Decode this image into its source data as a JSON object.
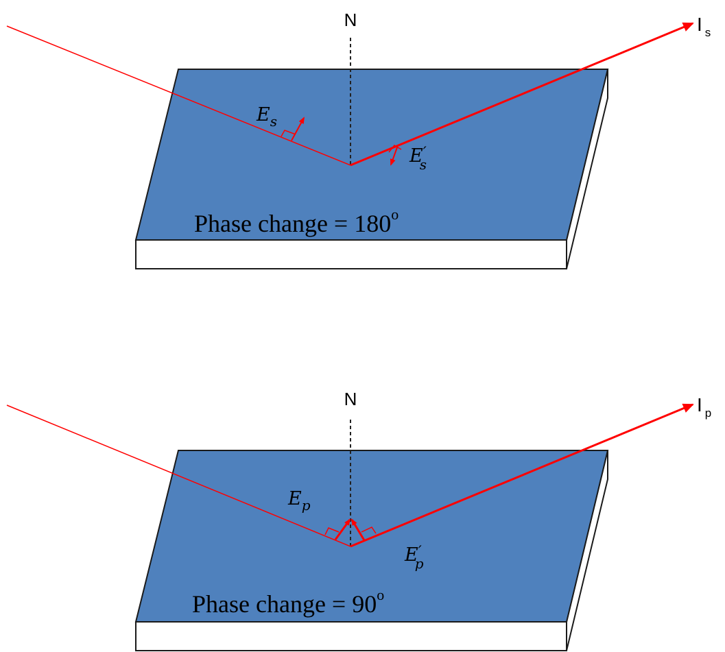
{
  "colors": {
    "surface": "#4f81bd",
    "edge": "#1a1a1a",
    "ray": "#ff0000",
    "vector": "#e8000b",
    "normal": "#222222",
    "background": "#ffffff"
  },
  "top_panel": {
    "normal_label": "N",
    "beam_label": "I",
    "beam_sub": "s",
    "incident_field": "E",
    "incident_sub": "s",
    "reflected_field": "E",
    "reflected_prime": "′",
    "reflected_sub": "s",
    "phase_text": "Phase change = 180",
    "phase_degree": "o"
  },
  "bottom_panel": {
    "normal_label": "N",
    "beam_label": "I",
    "beam_sub": "p",
    "incident_field": "E",
    "incident_sub": "p",
    "reflected_field": "E",
    "reflected_prime": "′",
    "reflected_sub": "p",
    "phase_text": "Phase change = 90",
    "phase_degree": "o"
  }
}
